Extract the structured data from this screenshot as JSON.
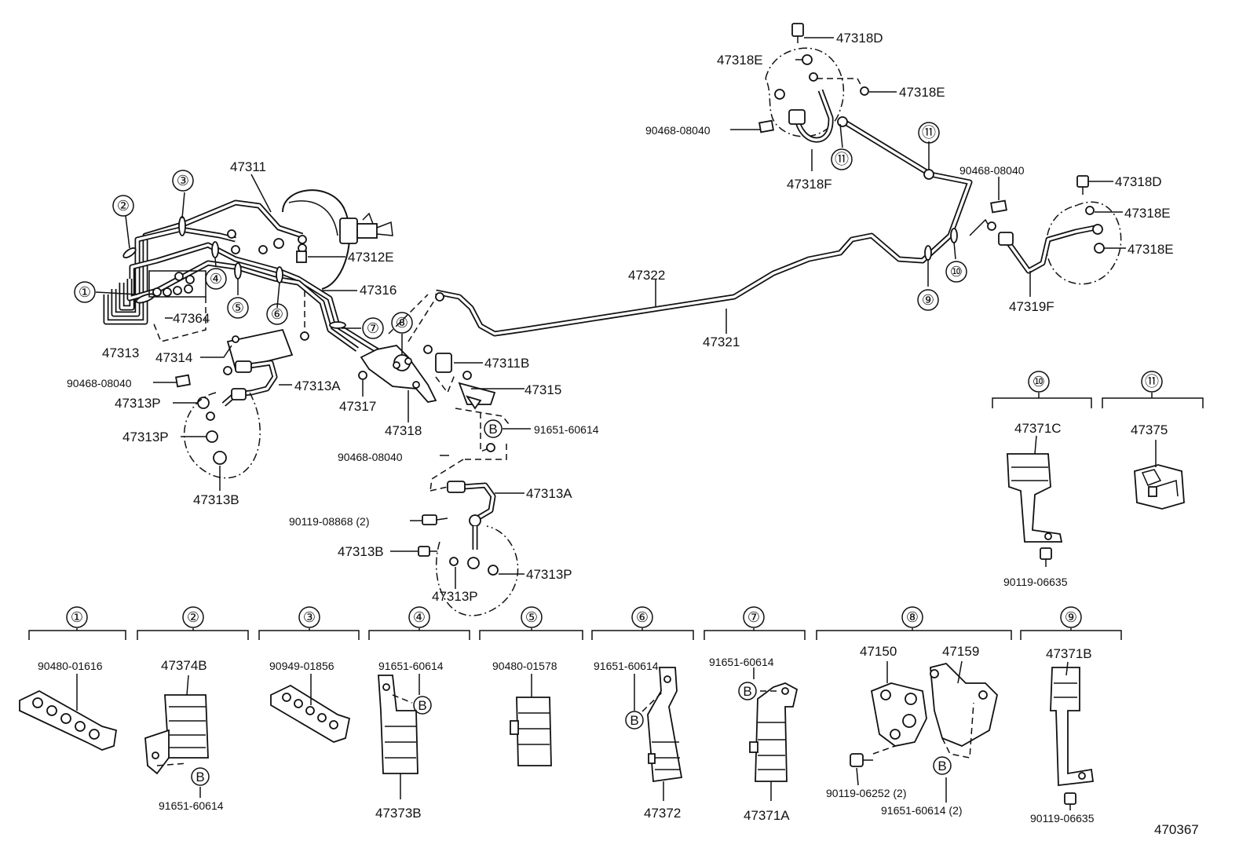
{
  "drawing_number": "470367",
  "part_numbers": {
    "p47318D_top": "47318D",
    "p47318E_top_left": "47318E",
    "p47318E_top_right": "47318E",
    "p90468_top": "90468-08040",
    "p47318F": "47318F",
    "p90468_right": "90468-08040",
    "p47318D_right": "47318D",
    "p47318E_right1": "47318E",
    "p47318E_right2": "47318E",
    "p47319F": "47319F",
    "p47311": "47311",
    "p47312E": "47312E",
    "p47316": "47316",
    "p47322": "47322",
    "p47321": "47321",
    "p47364": "47364",
    "p47313": "47313",
    "p47314": "47314",
    "p90468_left": "90468-08040",
    "p47313A_left": "47313A",
    "p47313P_left1": "47313P",
    "p47313P_left2": "47313P",
    "p47313B_left": "47313B",
    "p47317": "47317",
    "p47318": "47318",
    "p47311B": "47311B",
    "p47315": "47315",
    "p91651_mid": "91651-60614",
    "p90468_mid": "90468-08040",
    "p47313A_mid": "47313A",
    "p90119_08868": "90119-08868 (2)",
    "p47313B_mid": "47313B",
    "p47313P_mid1": "47313P",
    "p47313P_mid2": "47313P"
  },
  "callouts": [
    "①",
    "②",
    "③",
    "④",
    "⑤",
    "⑥",
    "⑦",
    "⑧",
    "⑨",
    "⑩",
    "⑪",
    "⑪",
    "⑪"
  ],
  "b_mark": "B",
  "groups": [
    {
      "num": "①",
      "parts": [
        "90480-01616"
      ]
    },
    {
      "num": "②",
      "parts": [
        "47374B",
        "91651-60614"
      ]
    },
    {
      "num": "③",
      "parts": [
        "90949-01856"
      ]
    },
    {
      "num": "④",
      "parts": [
        "91651-60614",
        "47373B"
      ]
    },
    {
      "num": "⑤",
      "parts": [
        "90480-01578"
      ]
    },
    {
      "num": "⑥",
      "parts": [
        "91651-60614",
        "47372"
      ]
    },
    {
      "num": "⑦",
      "parts": [
        "91651-60614",
        "47371A"
      ]
    },
    {
      "num": "⑧",
      "parts": [
        "47150",
        "47159",
        "90119-06252 (2)",
        "91651-60614 (2)"
      ]
    },
    {
      "num": "⑨",
      "parts": [
        "47371B",
        "90119-06635"
      ]
    },
    {
      "num": "⑩",
      "parts": [
        "47371C",
        "90119-06635"
      ]
    },
    {
      "num": "⑪",
      "parts": [
        "47375"
      ]
    }
  ]
}
